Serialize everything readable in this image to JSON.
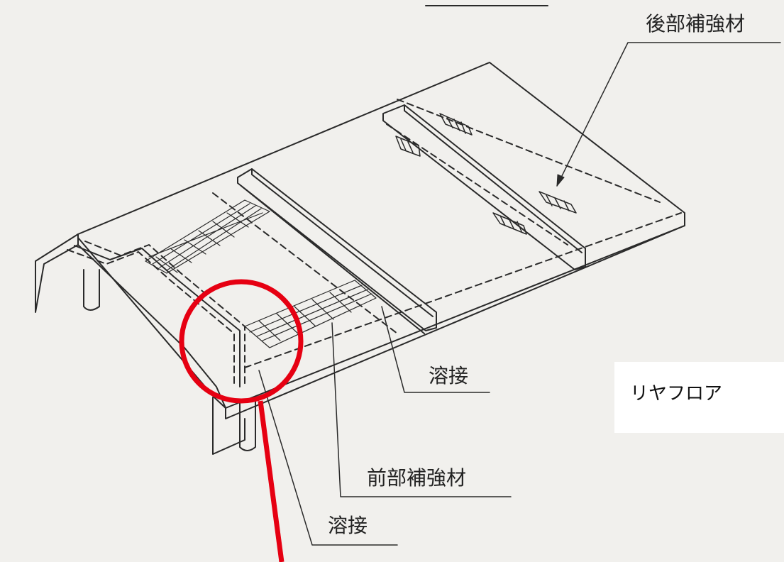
{
  "labels": {
    "rear_reinforcement": "後部補強材",
    "weld_upper": "溶接",
    "front_reinforcement": "前部補強材",
    "weld_lower": "溶接",
    "rear_floor": "リヤフロア"
  },
  "colors": {
    "line": "#2a2a2a",
    "highlight": "#e60012",
    "background": "#f1f0ed"
  }
}
